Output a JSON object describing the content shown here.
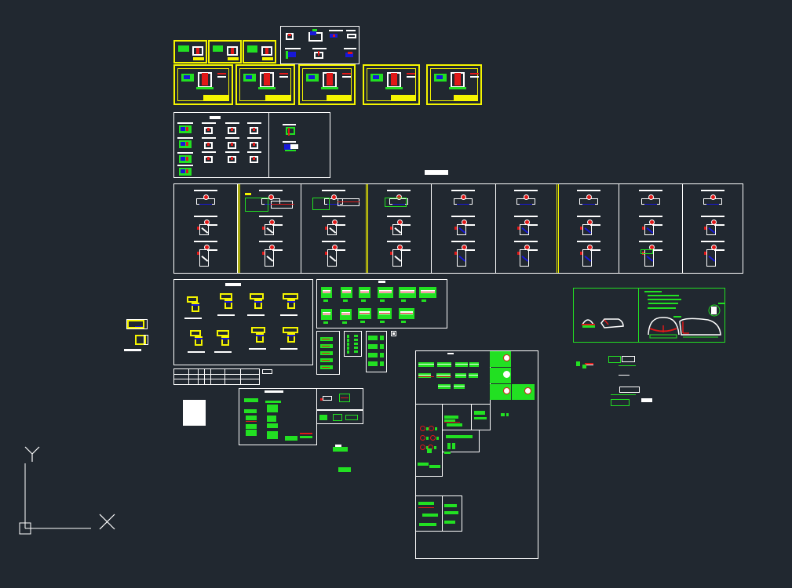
{
  "app": {
    "type": "cad-model-space-viewport",
    "background_color": "#212830"
  },
  "colors": {
    "white_layer": "#ffffff",
    "yellow_layer": "#f5f500",
    "green_layer": "#22e022",
    "red_layer": "#e01818",
    "blue_layer": "#1818d8"
  },
  "ucs_icon": {
    "x_label": "X",
    "y_label": "Y"
  },
  "drawing_groups": {
    "top_yellow_small_sheets": 3,
    "top_yellow_large_sheets": 5,
    "top_white_index_sheet": 1,
    "section_detail_strip_panels": 9,
    "bracket_sheet_panels": 2,
    "yellow_profile_items": 8,
    "green_component_items": 11,
    "tunnel_section_panels": 2
  }
}
